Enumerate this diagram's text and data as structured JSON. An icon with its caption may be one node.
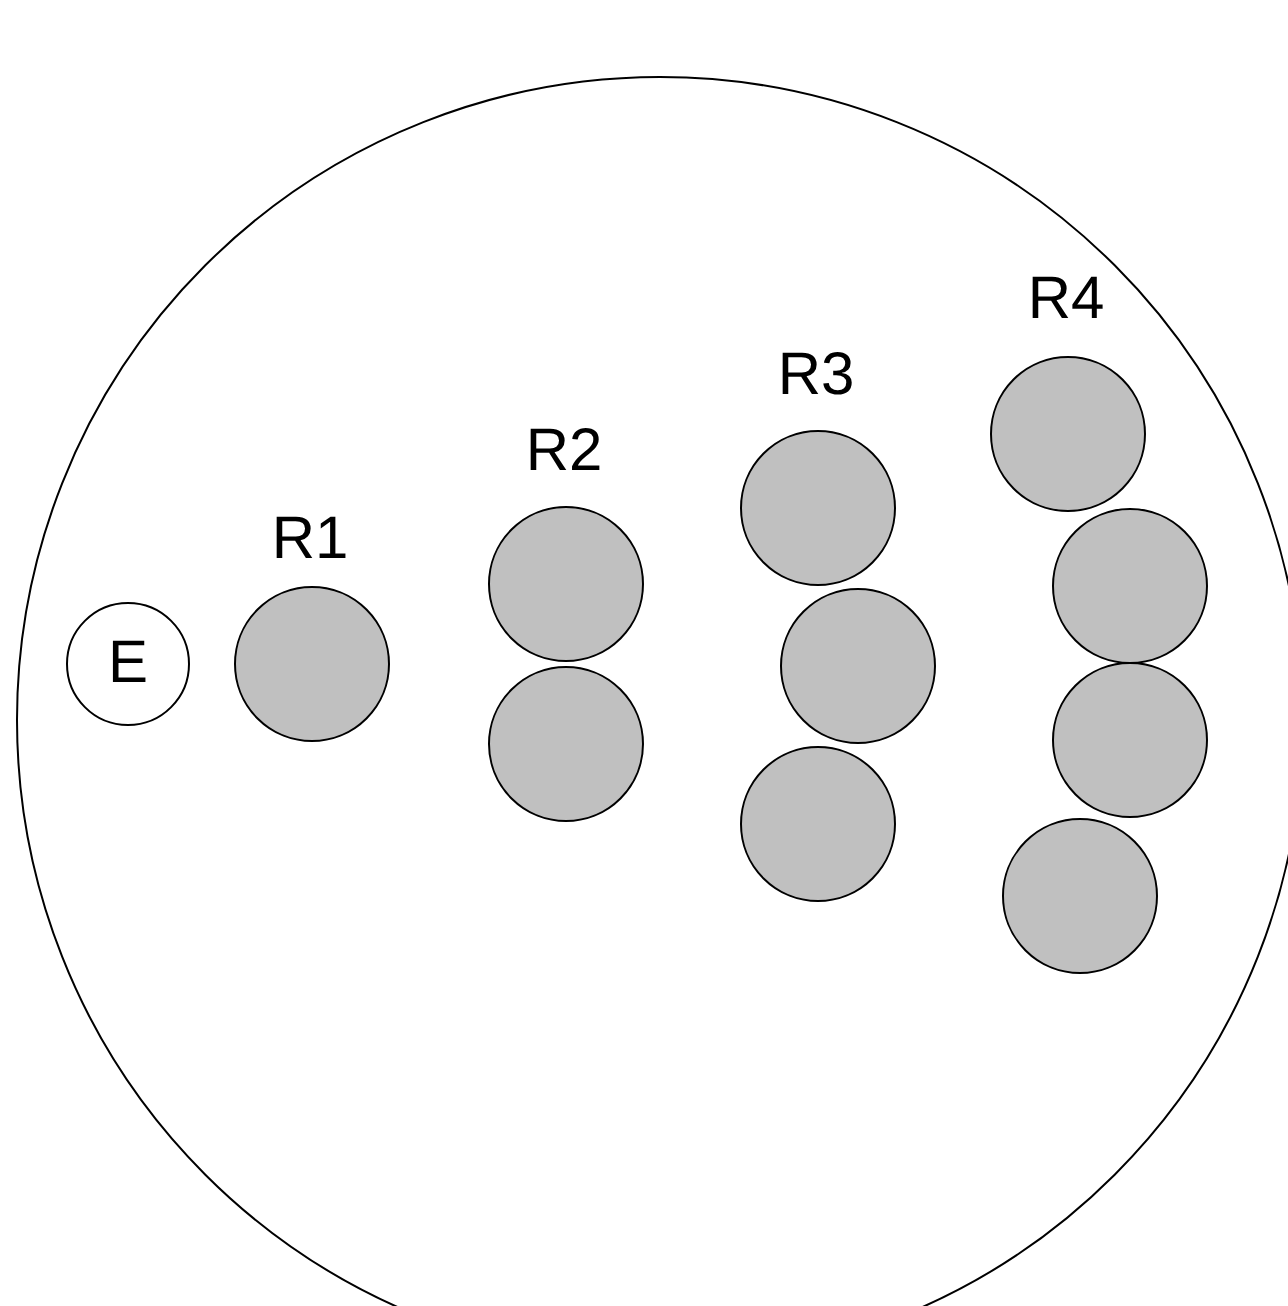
{
  "diagram": {
    "nodes": [
      {
        "text": [],
        "shape": "circle"
      },
      {
        "text": [
          "E"
        ],
        "in": 0
      },
      {
        "text": [],
        "shape": "circle",
        "in": 0
      },
      {
        "text": [],
        "shape": "circle",
        "in": 0
      },
      {
        "text": [],
        "shape": "circle",
        "in": 0
      },
      {
        "text": [],
        "shape": "circle",
        "in": 0
      },
      {
        "text": [],
        "shape": "circle",
        "in": 0
      },
      {
        "text": [],
        "shape": "circle",
        "in": 0
      },
      {
        "text": [],
        "shape": "circle",
        "in": 0
      },
      {
        "text": [],
        "shape": "circle",
        "in": 0
      },
      {
        "text": [],
        "shape": "circle",
        "in": 0
      },
      {
        "text": [],
        "shape": "circle",
        "in": 0
      }
    ],
    "labels": [
      "R1",
      "R2",
      "R3",
      "R4"
    ]
  }
}
